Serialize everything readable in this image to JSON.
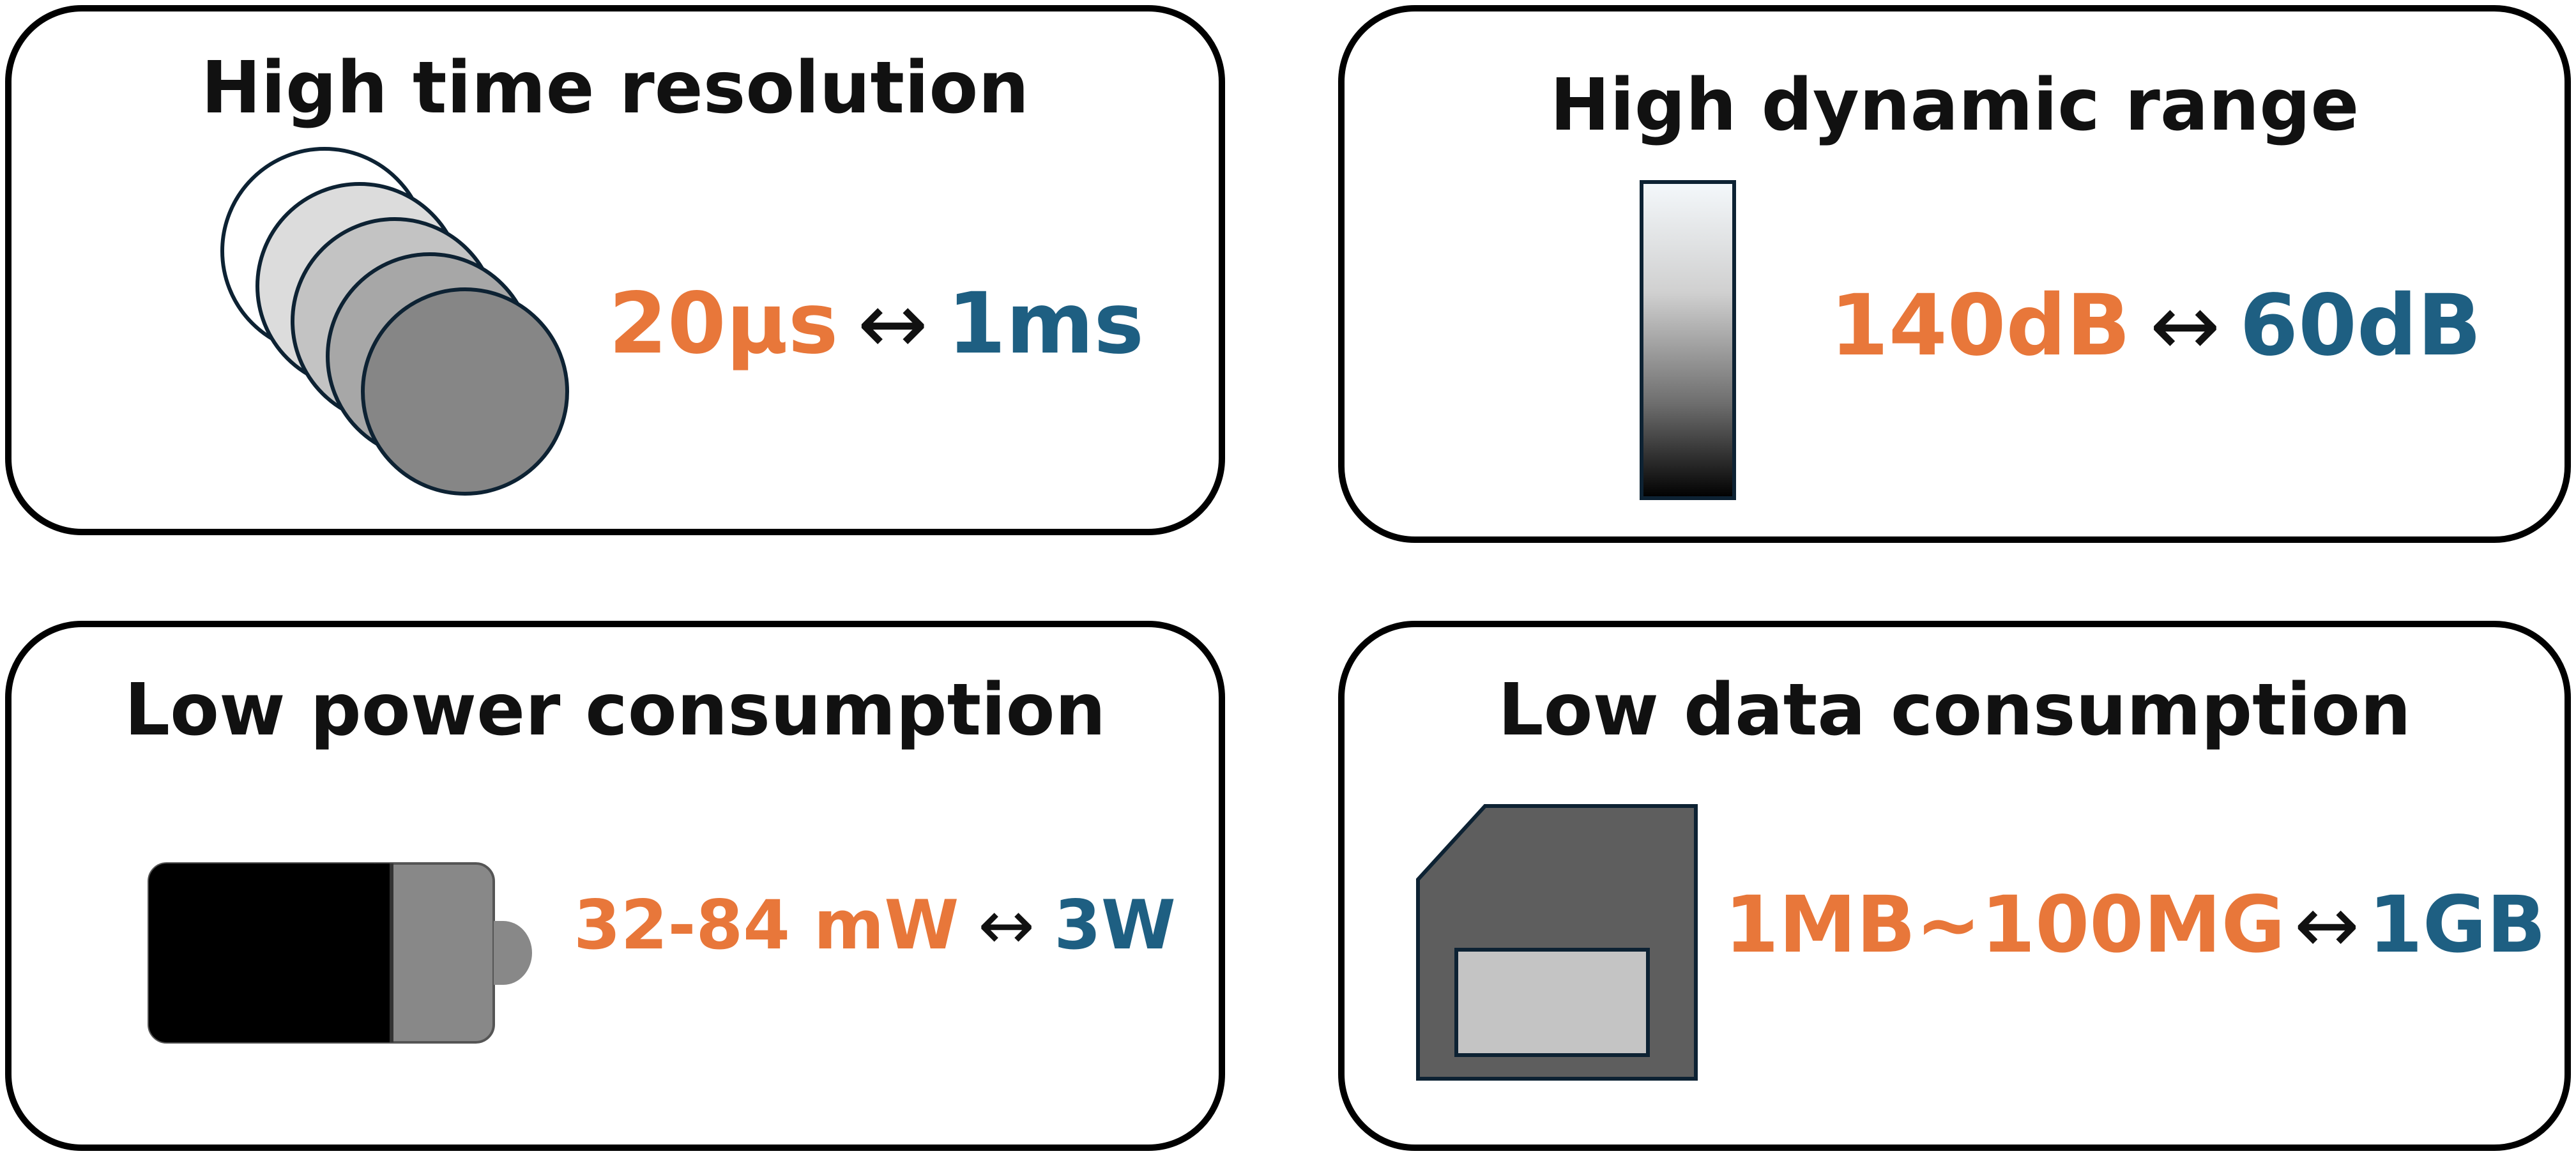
{
  "colors": {
    "orange": "#E8773A",
    "blue": "#1E5F82"
  },
  "panels": [
    {
      "title": "High time resolution",
      "left_value": "20μs",
      "arrow": "↔",
      "right_value": "1ms",
      "icon": "overlapping-circles-icon"
    },
    {
      "title": "High dynamic range",
      "left_value": "140dB",
      "arrow": "↔",
      "right_value": "60dB",
      "icon": "gradient-bar-icon"
    },
    {
      "title": "Low power consumption",
      "left_value": "32-84 mW",
      "arrow": "↔",
      "right_value": "3W",
      "icon": "battery-icon"
    },
    {
      "title": "Low data consumption",
      "left_value": "1MB~100MG",
      "arrow": "↔",
      "right_value": "1GB",
      "icon": "sd-card-icon"
    }
  ]
}
